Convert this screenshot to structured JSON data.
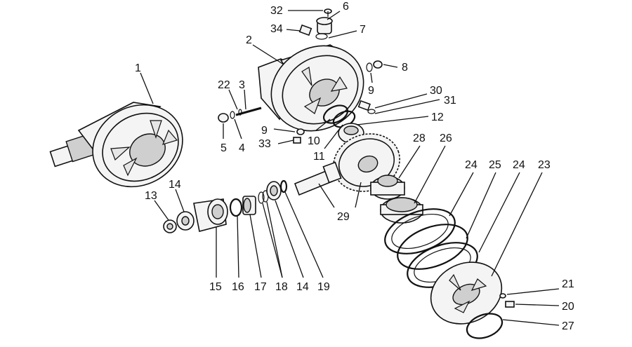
{
  "callouts": [
    {
      "id": "c32",
      "text": "32"
    },
    {
      "id": "c6",
      "text": "6"
    },
    {
      "id": "c34",
      "text": "34"
    },
    {
      "id": "c7",
      "text": "7"
    },
    {
      "id": "c2",
      "text": "2"
    },
    {
      "id": "c8",
      "text": "8"
    },
    {
      "id": "c1",
      "text": "1"
    },
    {
      "id": "c22",
      "text": "22"
    },
    {
      "id": "c3",
      "text": "3"
    },
    {
      "id": "c9a",
      "text": "9"
    },
    {
      "id": "c30",
      "text": "30"
    },
    {
      "id": "c31",
      "text": "31"
    },
    {
      "id": "c12",
      "text": "12"
    },
    {
      "id": "c9b",
      "text": "9"
    },
    {
      "id": "c10",
      "text": "10"
    },
    {
      "id": "c5",
      "text": "5"
    },
    {
      "id": "c4",
      "text": "4"
    },
    {
      "id": "c33",
      "text": "33"
    },
    {
      "id": "c11",
      "text": "11"
    },
    {
      "id": "c28",
      "text": "28"
    },
    {
      "id": "c26",
      "text": "26"
    },
    {
      "id": "c24a",
      "text": "24"
    },
    {
      "id": "c25",
      "text": "25"
    },
    {
      "id": "c24b",
      "text": "24"
    },
    {
      "id": "c23",
      "text": "23"
    },
    {
      "id": "c13",
      "text": "13"
    },
    {
      "id": "c14a",
      "text": "14"
    },
    {
      "id": "c29",
      "text": "29"
    },
    {
      "id": "c15",
      "text": "15"
    },
    {
      "id": "c16",
      "text": "16"
    },
    {
      "id": "c17",
      "text": "17"
    },
    {
      "id": "c18",
      "text": "18"
    },
    {
      "id": "c14b",
      "text": "14"
    },
    {
      "id": "c19",
      "text": "19"
    },
    {
      "id": "c21",
      "text": "21"
    },
    {
      "id": "c20",
      "text": "20"
    },
    {
      "id": "c27",
      "text": "27"
    }
  ]
}
